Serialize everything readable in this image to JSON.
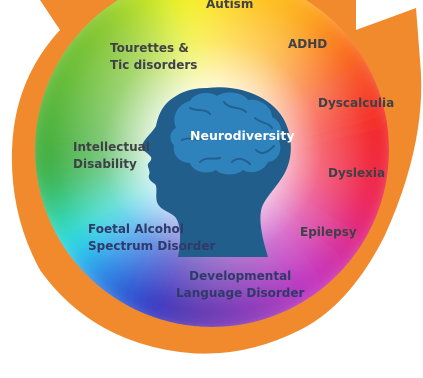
{
  "diagram": {
    "center_label": "Neurodiversity",
    "icon": "head-with-brain-icon",
    "conditions": [
      {
        "id": "autism",
        "label": "Autism"
      },
      {
        "id": "adhd",
        "label": "ADHD"
      },
      {
        "id": "dyscalculia",
        "label": "Dyscalculia"
      },
      {
        "id": "dyslexia",
        "label": "Dyslexia"
      },
      {
        "id": "epilepsy",
        "label": "Epilepsy"
      },
      {
        "id": "developmental-language-disorder",
        "label": "Developmental\nLanguage Disorder"
      },
      {
        "id": "foetal-alcohol-spectrum-disorder",
        "label": "Foetal Alcohol\nSpectrum Disorder"
      },
      {
        "id": "intellectual-disability",
        "label": "Intellectual\nDisability"
      },
      {
        "id": "tourettes",
        "label": "Tourettes &\nTic disorders"
      }
    ]
  },
  "colors": {
    "ring": "#f08a2c",
    "head": "#215e8c",
    "brain": "#2f83bd",
    "label_text": "#3f4147"
  }
}
